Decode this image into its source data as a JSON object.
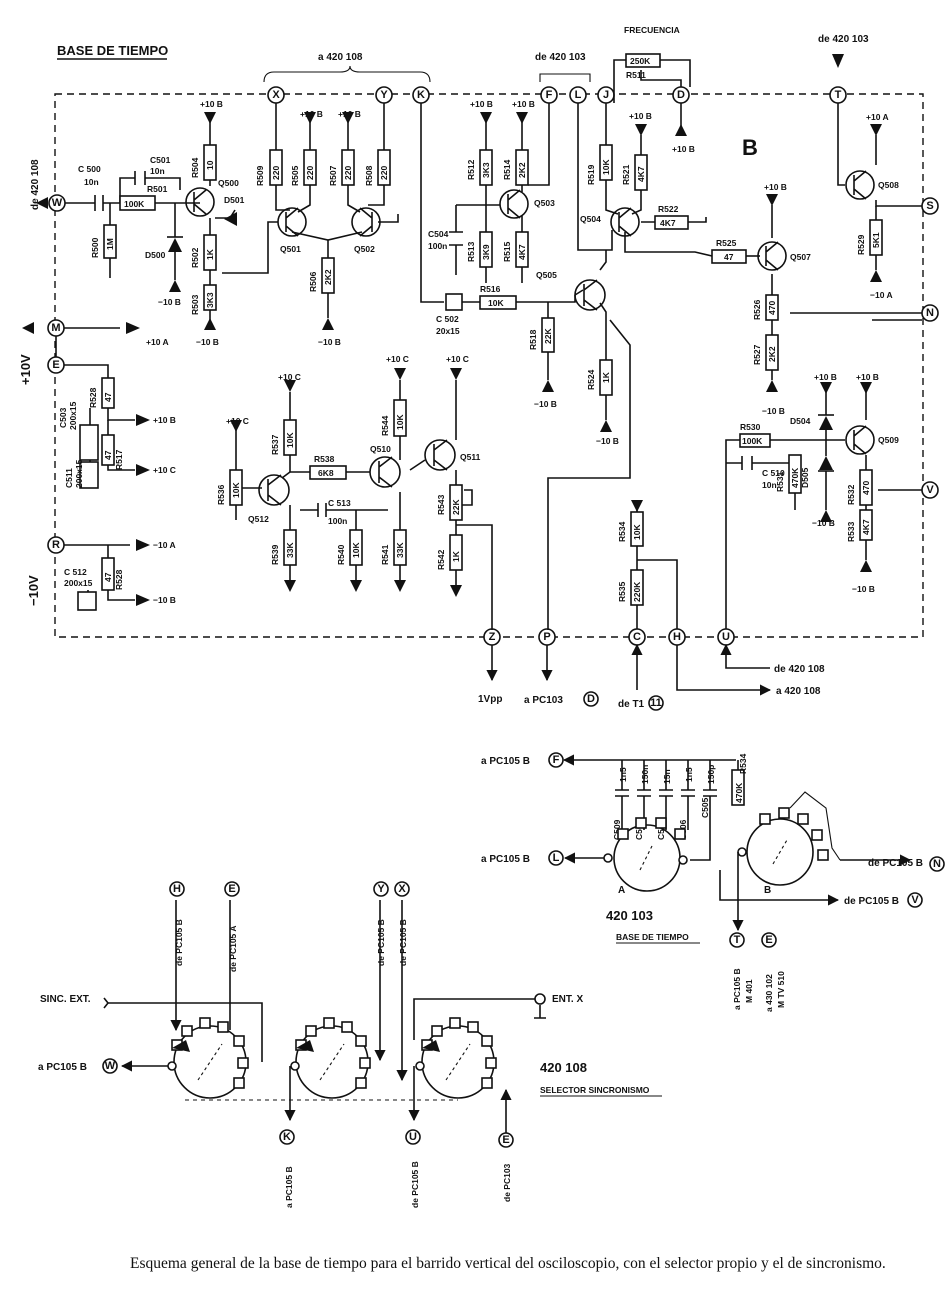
{
  "title": "BASE DE TIEMPO",
  "section_b": "B",
  "top_labels": {
    "a_420108": "a 420 108",
    "de_420103_mid": "de 420 103",
    "de_420103_right": "de 420 103",
    "frecuencia": "FRECUENCIA",
    "de_420108_side": "de 420 108"
  },
  "supplies": {
    "pos_10v": "+10V",
    "neg_10v": "−10V",
    "p10b": "+10 B",
    "p10c": "+10 C",
    "m10a": "−10 A",
    "m10b": "−10 B",
    "p10a": "+10 A"
  },
  "connectors": {
    "X": "X",
    "Y": "Y",
    "K": "K",
    "F": "F",
    "L": "L",
    "J": "J",
    "D": "D",
    "T": "T",
    "W": "W",
    "M": "M",
    "E": "E",
    "R": "R",
    "S": "S",
    "N": "N",
    "V": "V",
    "Z": "Z",
    "P": "P",
    "C": "C",
    "H": "H",
    "U": "U"
  },
  "resistors": {
    "R509": {
      "name": "R509",
      "value": "220"
    },
    "R505": {
      "name": "R505",
      "value": "220"
    },
    "R507": {
      "name": "R507",
      "value": "220"
    },
    "R508": {
      "name": "R508",
      "value": "220"
    },
    "R504": {
      "name": "R504",
      "value": "10"
    },
    "R501": {
      "name": "R501",
      "value": "100K"
    },
    "R500": {
      "name": "R500",
      "value": "1M"
    },
    "R502": {
      "name": "R502",
      "value": "1K"
    },
    "R503": {
      "name": "R503",
      "value": "3K3"
    },
    "R506": {
      "name": "R506",
      "value": "2K2"
    },
    "R512": {
      "name": "R512",
      "value": "3K3"
    },
    "R513": {
      "name": "R513",
      "value": "3K9"
    },
    "R514": {
      "name": "R514",
      "value": "2K2"
    },
    "R515": {
      "name": "R515",
      "value": "4K7"
    },
    "R516": {
      "name": "R516",
      "value": "10K"
    },
    "R518": {
      "name": "R518",
      "value": "22K"
    },
    "R519": {
      "name": "R519",
      "value": "10K"
    },
    "R521": {
      "name": "R521",
      "value": "4K7"
    },
    "R522": {
      "name": "R522",
      "value": "4K7"
    },
    "R511": {
      "name": "R511",
      "value": "250K"
    },
    "R524": {
      "name": "R524",
      "value": "1K"
    },
    "R525": {
      "name": "R525",
      "value": "47"
    },
    "R526": {
      "name": "R526",
      "value": "470"
    },
    "R527": {
      "name": "R527",
      "value": "2K2"
    },
    "R529": {
      "name": "R529",
      "value": "5K1"
    },
    "R530": {
      "name": "R530",
      "value": "100K"
    },
    "R531": {
      "name": "R531",
      "value": "470K"
    },
    "R532": {
      "name": "R532",
      "value": "470"
    },
    "R533": {
      "name": "R533",
      "value": "4K7"
    },
    "R528a": {
      "name": "R528",
      "value": "47"
    },
    "R517": {
      "name": "R517",
      "value": "47"
    },
    "R528b": {
      "name": "R528",
      "value": "47"
    },
    "R537": {
      "name": "R537",
      "value": "10K"
    },
    "R538": {
      "name": "R538",
      "value": "6K8"
    },
    "R536": {
      "name": "R536",
      "value": "10K"
    },
    "R539": {
      "name": "R539",
      "value": "33K"
    },
    "R540": {
      "name": "R540",
      "value": "10K"
    },
    "R541": {
      "name": "R541",
      "value": "33K"
    },
    "R544": {
      "name": "R544",
      "value": "10K"
    },
    "R543": {
      "name": "R543",
      "value": "22K"
    },
    "R542": {
      "name": "R542",
      "value": "1K"
    },
    "R534": {
      "name": "R534",
      "value": "10K"
    },
    "R535": {
      "name": "R535",
      "value": "220K"
    },
    "R534s": {
      "name": "R534",
      "value": "470K"
    }
  },
  "capacitors": {
    "C500": {
      "name": "C 500",
      "value": "10n"
    },
    "C501": {
      "name": "C501",
      "value": "10n"
    },
    "C504": {
      "name": "C504",
      "value": "100n"
    },
    "C502": {
      "name": "C 502",
      "value": "20x15"
    },
    "C503": {
      "name": "C503",
      "value": "200x15"
    },
    "C511": {
      "name": "C511",
      "value": "200x15"
    },
    "C512": {
      "name": "C 512",
      "value": "200x15"
    },
    "C513": {
      "name": "C 513",
      "value": "100n"
    },
    "C510": {
      "name": "C 510",
      "value": "10n"
    }
  },
  "transistors": {
    "Q500": "Q500",
    "Q501": "Q501",
    "Q502": "Q502",
    "Q503": "Q503",
    "Q504": "Q504",
    "Q505": "Q505",
    "Q507": "Q507",
    "Q508": "Q508",
    "Q509": "Q509",
    "Q510": "Q510",
    "Q511": "Q511",
    "Q512": "Q512"
  },
  "diodes": {
    "D500": "D500",
    "D501": "D501",
    "D504": "D504",
    "D505": "D505"
  },
  "bottom_outputs": {
    "vpp": "1Vpp",
    "pc103": "a PC103",
    "pc103_node": "D",
    "de_t1": "de T1",
    "de_t1_node": "11",
    "de_420108": "de 420 108",
    "a_420108": "a 420 108"
  },
  "selector_420103": {
    "a_pc105b_f": "a PC105 B",
    "a_pc105b_f_node": "F",
    "a_pc105b_l": "a PC105 B",
    "a_pc105b_l_node": "L",
    "de_pc105b_n": "de PC105 B",
    "de_pc105b_n_node": "N",
    "de_pc105b_v": "de PC105 B",
    "de_pc105b_v_node": "V",
    "caps": [
      {
        "name": "C509",
        "value": "1n5"
      },
      {
        "name": "C508",
        "value": "150n"
      },
      {
        "name": "C507",
        "value": "15n"
      },
      {
        "name": "C506",
        "value": "1n5"
      },
      {
        "name": "C505",
        "value": "150p"
      }
    ],
    "label_a": "A",
    "label_b": "B",
    "part": "420 103",
    "part_sub": "BASE DE TIEMPO",
    "a_pc105b_t": "a PC105 B",
    "a_pc105b_t_node": "T",
    "m401": "M 401",
    "a_430102": "a 430 102",
    "a_430102_node": "E",
    "mtv510": "M TV 510"
  },
  "selector_420108": {
    "sinc_ext": "SINC. EXT.",
    "ent_x": "ENT. X",
    "a_pc105b_w": "a PC105 B",
    "a_pc105b_w_node": "W",
    "de_pc105b_h": "de PC105 B",
    "de_pc105b_h_node": "H",
    "de_pc105a_e": "de PC105 A",
    "de_pc105a_e_node": "E",
    "de_pc105b_y": "de PC105 B",
    "de_pc105b_y_node": "Y",
    "de_pc105b_x": "de PC105 B",
    "de_pc105b_x_node": "X",
    "a_pc105b_k": "a PC105 B",
    "a_pc105b_k_node": "K",
    "de_pc105b_u": "de PC105 B",
    "de_pc105b_u_node": "U",
    "de_pc103_e": "de PC103",
    "de_pc103_e_node": "E",
    "part": "420 108",
    "part_sub": "SELECTOR SINCRONISMO"
  },
  "caption": "Esquema general de la base de tiempo para el barrido vertical del osciloscopio, con el selector propio y el de sincronismo."
}
